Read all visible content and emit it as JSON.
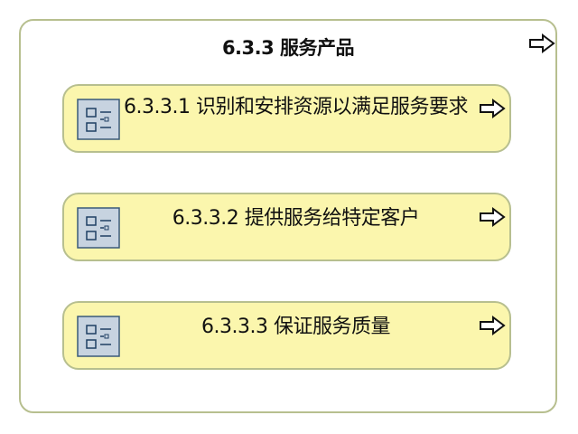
{
  "diagram": {
    "title": "6.3.3 服务产品",
    "items": [
      {
        "label": "6.3.3.1 识别和安排资源以满足服务要求"
      },
      {
        "label": "6.3.3.2 提供服务给特定客户"
      },
      {
        "label": "6.3.3.3 保证服务质量"
      }
    ]
  },
  "icons": {
    "arrow": "hollow-right-arrow-icon",
    "item": "process-list-icon"
  },
  "colors": {
    "container_border": "#b7bf8f",
    "item_fill": "#fbf6ad",
    "icon_fill": "#c7d3e0",
    "icon_stroke": "#3a5a7a"
  }
}
